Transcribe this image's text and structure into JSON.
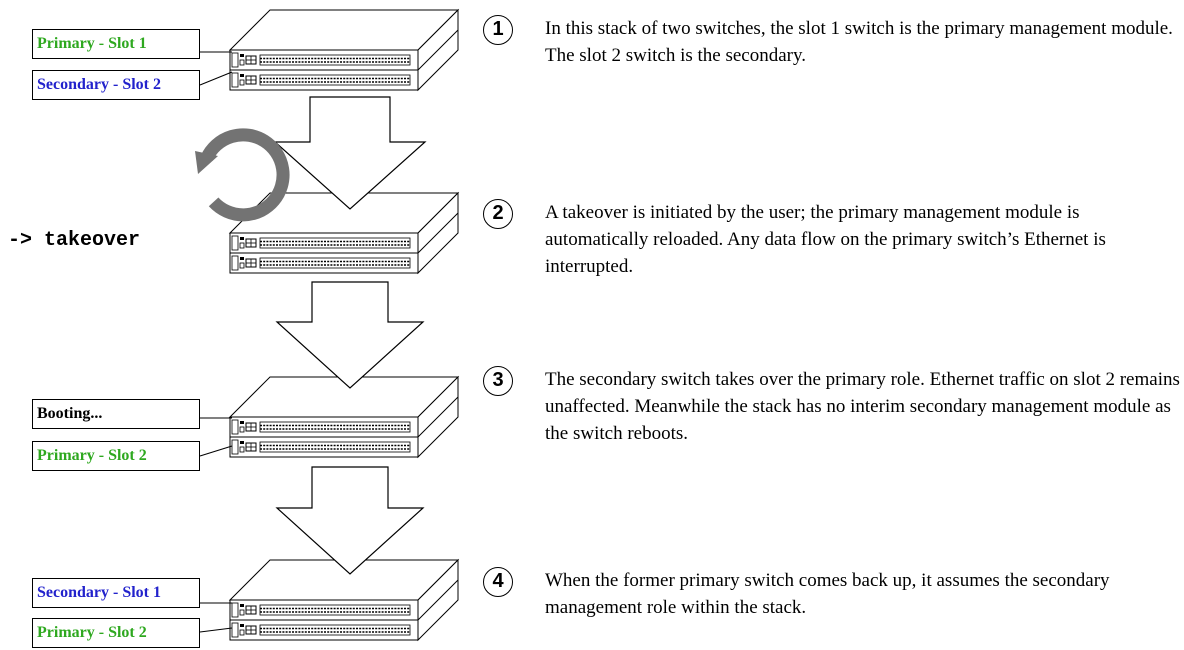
{
  "stages": [
    {
      "labels": [
        {
          "text": "Primary - Slot 1",
          "color": "#2ea81f"
        },
        {
          "text": "Secondary - Slot 2",
          "color": "#2222cc"
        }
      ]
    },
    {
      "command": "-> takeover",
      "icon": "reload-icon"
    },
    {
      "labels": [
        {
          "text": "Booting...",
          "color": "#000000"
        },
        {
          "text": "Primary - Slot 2",
          "color": "#2ea81f"
        }
      ]
    },
    {
      "labels": [
        {
          "text": "Secondary - Slot 1",
          "color": "#2222cc"
        },
        {
          "text": "Primary - Slot 2",
          "color": "#2ea81f"
        }
      ]
    }
  ],
  "steps": [
    {
      "number": "1",
      "text": "In this stack of two switches, the slot 1 switch is the primary management module. The slot 2 switch is the secondary."
    },
    {
      "number": "2",
      "text": "A takeover is initiated by the user; the primary management module is automatically reloaded. Any data flow on the primary switch’s Ethernet is interrupted."
    },
    {
      "number": "3",
      "text": "The secondary switch takes over the primary role. Ethernet traffic on slot 2 remains unaffected. Meanwhile the stack has no interim secondary management module as the switch reboots."
    },
    {
      "number": "4",
      "text": "When the former primary switch comes back up, it assumes the secondary management role within the stack."
    }
  ]
}
